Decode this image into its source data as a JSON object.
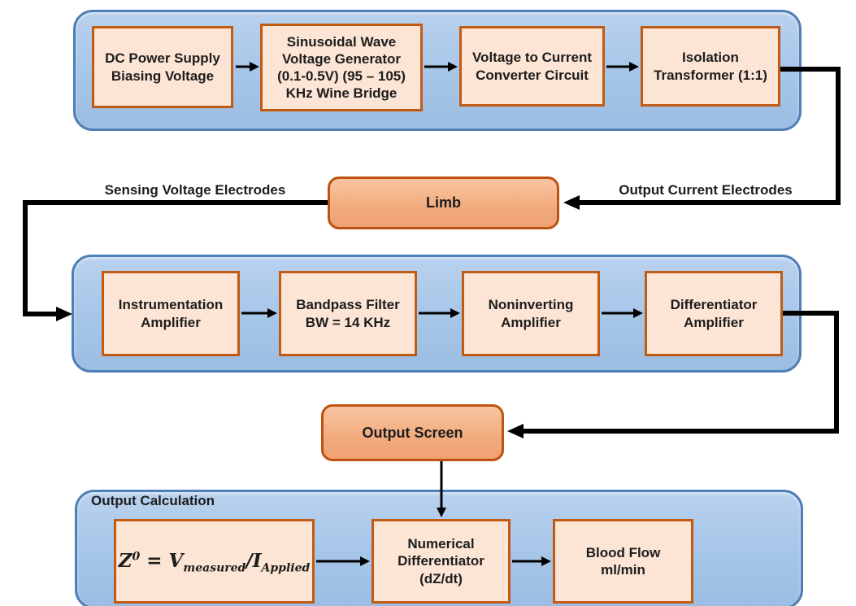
{
  "colors": {
    "container_fill_top": "#b9d1ee",
    "container_fill_bottom": "#9cbde2",
    "container_border": "#4e7fb7",
    "process_box_fill": "#fce5d4",
    "process_box_border": "#c05b15",
    "highlight_box_fill_top": "#f8c5a2",
    "highlight_box_fill_bottom": "#efa173",
    "highlight_box_border": "#bd5310",
    "connector": "#000000",
    "text": "#1d1d1d"
  },
  "stage1": {
    "boxes": [
      {
        "label": "DC Power Supply\nBiasing Voltage"
      },
      {
        "label": "Sinusoidal Wave\nVoltage Generator\n(0.1-0.5V) (95 – 105)\nKHz Wine Bridge"
      },
      {
        "label": "Voltage to Current\nConverter Circuit"
      },
      {
        "label": "Isolation\nTransformer (1:1)"
      }
    ]
  },
  "limb_row": {
    "sensing_label": "Sensing Voltage Electrodes",
    "limb_label": "Limb",
    "output_label": "Output Current Electrodes"
  },
  "stage2": {
    "boxes": [
      {
        "label": "Instrumentation\nAmplifier"
      },
      {
        "label": "Bandpass Filter\nBW = 14 KHz"
      },
      {
        "label": "Noninverting\nAmplifier"
      },
      {
        "label": "Differentiator\nAmplifier"
      }
    ]
  },
  "output_screen_label": "Output Screen",
  "stage3": {
    "section_label": "Output Calculation",
    "formula": {
      "lhs_base": "Z",
      "lhs_sup": "0",
      "equals": " = ",
      "num_base": "V",
      "num_sub": "measured",
      "slash": "/",
      "den_base": "I",
      "den_sub": "Applied"
    },
    "boxes": [
      {
        "label": "Numerical\nDifferentiator\n(dZ/dt)"
      },
      {
        "label": "Blood Flow\nml/min"
      }
    ]
  }
}
